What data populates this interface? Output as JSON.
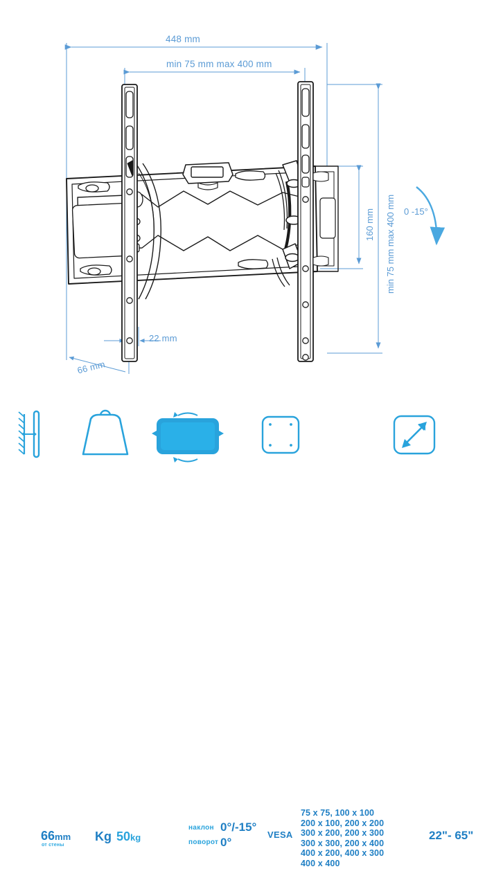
{
  "diagram": {
    "title": "TV wall mount bracket technical drawing",
    "dimensions": {
      "overall_width": "448 mm",
      "vesa_horizontal_range": "min 75 mm max 400 mm",
      "vesa_vertical_range": "min 75 mm max 400 mm",
      "plate_height": "160 mm",
      "rail_width": "22 mm",
      "wall_depth": "66 mm",
      "tilt_range": "0 -15°"
    }
  },
  "specs": {
    "depth": {
      "value": "66",
      "unit": "mm",
      "sub": "от стены"
    },
    "weight": {
      "icon_label": "Kg",
      "value": "50",
      "unit": "kg"
    },
    "motion": {
      "tilt_label": "наклон",
      "tilt_value": "0°/-15°",
      "swivel_label": "поворот",
      "swivel_value": "0°"
    },
    "vesa": {
      "badge": "VESA",
      "lines": [
        "75 x 75, 100 x 100",
        "200 x 100, 200 x 200",
        "300 x 200, 200 x 300",
        "300 x 300, 200 x 400",
        "400 x 200, 400 x 300",
        "400 x 400"
      ]
    },
    "diagonal": {
      "value": "22\"- 65\""
    }
  },
  "colors": {
    "dimension_blue": "#5b9bd5",
    "icon_cyan": "#29a3dc",
    "text_blue": "#1f7fc4",
    "line_black": "#1a1a1a"
  }
}
